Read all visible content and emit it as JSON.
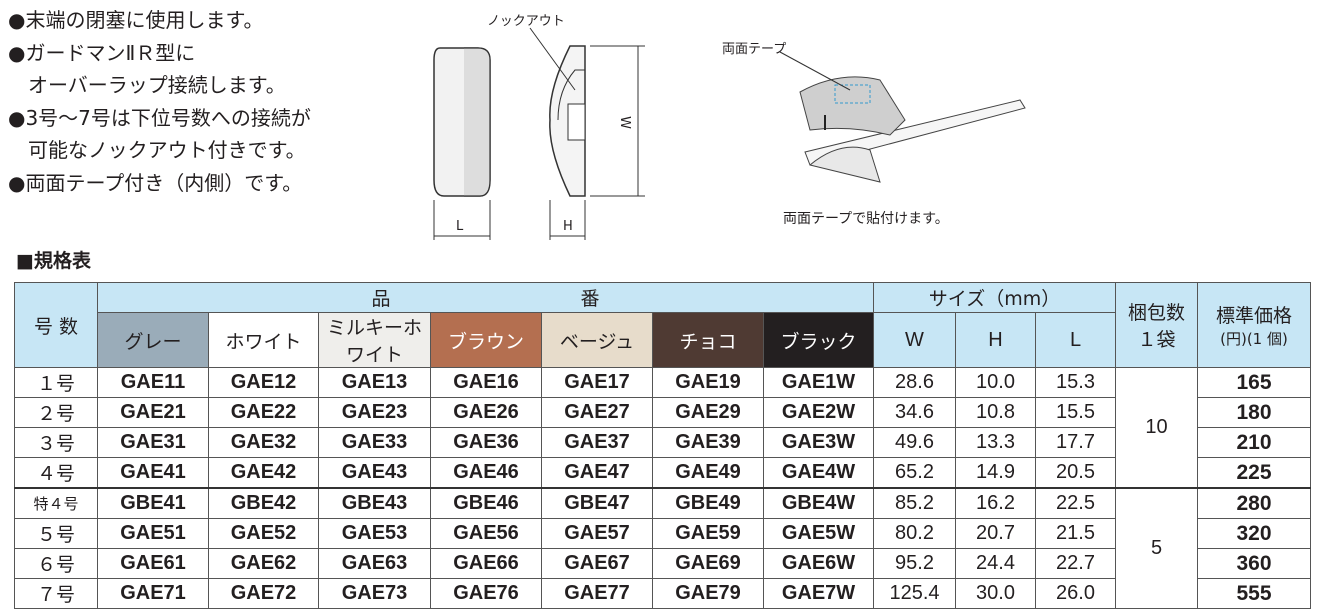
{
  "features": [
    "●末端の閉塞に使用します。",
    "●ガードマンⅡＲ型に",
    "　オーバーラップ接続します。",
    "●3号～7号は下位号数への接続が",
    "　可能なノックアウト付きです。",
    "●両面テープ付き（内側）です。"
  ],
  "diagram": {
    "knockout_label": "ノックアウト",
    "w": "W",
    "l": "L",
    "h": "H",
    "tape_label": "両面テープ",
    "tape_caption": "両面テープで貼付けます。"
  },
  "section_title": "■規格表",
  "table": {
    "h_number": "号 数",
    "h_part": "品　　　　　　　　　　番",
    "h_size": "サイズ（mm）",
    "h_pack": "梱包数\n１袋",
    "h_pack1": "梱包数",
    "h_pack2": "１袋",
    "h_price1": "標準価格",
    "h_price2": "(円)(1 個)",
    "colors": [
      {
        "name": "グレー",
        "bg": "#9aacb9",
        "fg": "#231f20"
      },
      {
        "name": "ホワイト",
        "bg": "#ffffff",
        "fg": "#231f20"
      },
      {
        "name": "ミルキーホワイト",
        "bg": "#efeeeb",
        "fg": "#231f20"
      },
      {
        "name": "ブラウン",
        "bg": "#b46f50",
        "fg": "#ffffff"
      },
      {
        "name": "ベージュ",
        "bg": "#e7dccb",
        "fg": "#231f20"
      },
      {
        "name": "チョコ",
        "bg": "#4f3a33",
        "fg": "#ffffff"
      },
      {
        "name": "ブラック",
        "bg": "#231f20",
        "fg": "#ffffff"
      }
    ],
    "size_cols": [
      "W",
      "H",
      "L"
    ],
    "rows": [
      {
        "no": "１号",
        "parts": [
          "GAE11",
          "GAE12",
          "GAE13",
          "GAE16",
          "GAE17",
          "GAE19",
          "GAE1W"
        ],
        "w": "28.6",
        "h": "10.0",
        "l": "15.3",
        "price": "165"
      },
      {
        "no": "２号",
        "parts": [
          "GAE21",
          "GAE22",
          "GAE23",
          "GAE26",
          "GAE27",
          "GAE29",
          "GAE2W"
        ],
        "w": "34.6",
        "h": "10.8",
        "l": "15.5",
        "price": "180"
      },
      {
        "no": "３号",
        "parts": [
          "GAE31",
          "GAE32",
          "GAE33",
          "GAE36",
          "GAE37",
          "GAE39",
          "GAE3W"
        ],
        "w": "49.6",
        "h": "13.3",
        "l": "17.7",
        "price": "210"
      },
      {
        "no": "４号",
        "parts": [
          "GAE41",
          "GAE42",
          "GAE43",
          "GAE46",
          "GAE47",
          "GAE49",
          "GAE4W"
        ],
        "w": "65.2",
        "h": "14.9",
        "l": "20.5",
        "price": "225"
      },
      {
        "no": "特４号",
        "parts": [
          "GBE41",
          "GBE42",
          "GBE43",
          "GBE46",
          "GBE47",
          "GBE49",
          "GBE4W"
        ],
        "w": "85.2",
        "h": "16.2",
        "l": "22.5",
        "price": "280"
      },
      {
        "no": "５号",
        "parts": [
          "GAE51",
          "GAE52",
          "GAE53",
          "GAE56",
          "GAE57",
          "GAE59",
          "GAE5W"
        ],
        "w": "80.2",
        "h": "20.7",
        "l": "21.5",
        "price": "320"
      },
      {
        "no": "６号",
        "parts": [
          "GAE61",
          "GAE62",
          "GAE63",
          "GAE66",
          "GAE67",
          "GAE69",
          "GAE6W"
        ],
        "w": "95.2",
        "h": "24.4",
        "l": "22.7",
        "price": "360"
      },
      {
        "no": "７号",
        "parts": [
          "GAE71",
          "GAE72",
          "GAE73",
          "GAE76",
          "GAE77",
          "GAE79",
          "GAE7W"
        ],
        "w": "125.4",
        "h": "30.0",
        "l": "26.0",
        "price": "555"
      }
    ],
    "pack_groups": [
      {
        "value": "10",
        "span": 4
      },
      {
        "value": "5",
        "span": 4
      }
    ]
  }
}
